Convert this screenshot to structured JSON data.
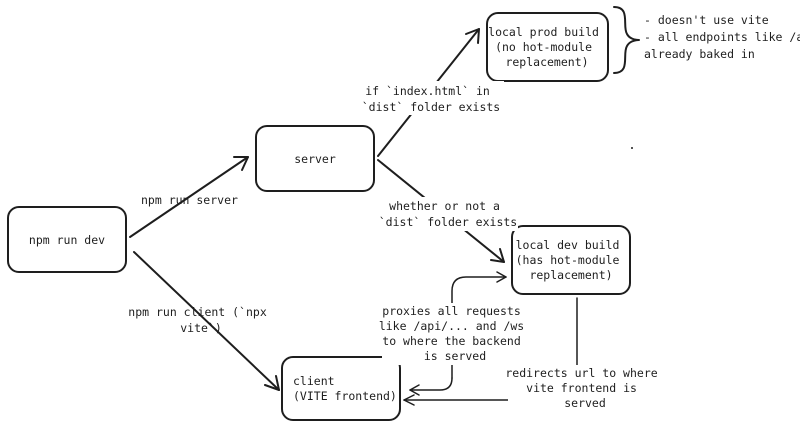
{
  "nodes": {
    "npm_run_dev": {
      "lines": [
        "npm run dev"
      ]
    },
    "server": {
      "lines": [
        "server"
      ]
    },
    "local_prod_build": {
      "lines": [
        "local prod build",
        "(no hot-module",
        "replacement)"
      ]
    },
    "local_dev_build": {
      "lines": [
        "local dev build",
        "(has hot-module",
        "replacement)"
      ]
    },
    "client": {
      "lines": [
        "client",
        "(VITE frontend)"
      ]
    }
  },
  "edges": {
    "npm_run_server": {
      "lines": [
        "npm run server"
      ]
    },
    "npm_run_client": {
      "lines": [
        "npm run client (`npx",
        "vite`)"
      ]
    },
    "if_index_exists": {
      "lines": [
        "if `index.html` in",
        "`dist` folder exists"
      ]
    },
    "whether_or_not": {
      "lines": [
        "whether or not a",
        "`dist` folder exists"
      ]
    },
    "proxies": {
      "lines": [
        "proxies all requests",
        "like /api/... and /ws",
        "to where the backend",
        "is served"
      ]
    },
    "redirects": {
      "lines": [
        "redirects url to where",
        "vite frontend is",
        "served"
      ]
    }
  },
  "annotations": {
    "prod_notes": {
      "lines": [
        "- doesn't use vite",
        "- all endpoints like /api",
        "already baked in"
      ]
    }
  }
}
